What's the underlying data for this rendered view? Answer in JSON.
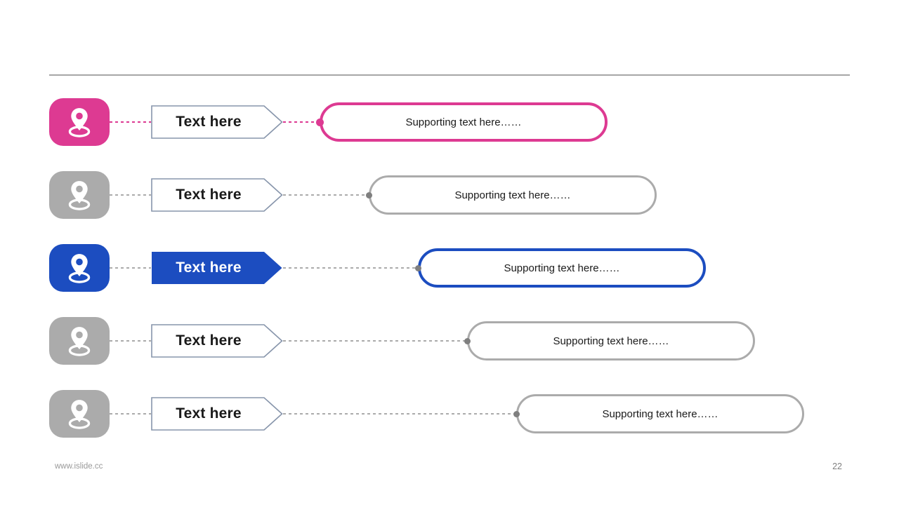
{
  "slide": {
    "footer": {
      "website": "www.islide.cc",
      "page_number": "22"
    }
  },
  "colors": {
    "pink": "#DD3A92",
    "blue": "#1C4DC0",
    "gray": "#ABABAB",
    "arrow_outline": "#8795AB",
    "gray_dash": "#ABABAB",
    "gray_dot": "#7F7F7F",
    "divider": "#A6A6A6"
  },
  "rows": [
    {
      "icon": "location-pin",
      "style": "accent-outline",
      "label": "Text here",
      "support_text": "Supporting text here……",
      "accent": "#DD3A92",
      "dash": "#DD3A92",
      "dot": "#DD3A92"
    },
    {
      "icon": "location-pin",
      "style": "gray-outline",
      "label": "Text here",
      "support_text": "Supporting text here……",
      "accent": "#ABABAB",
      "dash": "#ABABAB",
      "dot": "#7F7F7F"
    },
    {
      "icon": "location-pin",
      "style": "accent-filled",
      "label": "Text here",
      "support_text": "Supporting text here……",
      "accent": "#1C4DC0",
      "dash": "#ABABAB",
      "dot": "#7F7F7F"
    },
    {
      "icon": "location-pin",
      "style": "gray-outline",
      "label": "Text here",
      "support_text": "Supporting text here……",
      "accent": "#ABABAB",
      "dash": "#ABABAB",
      "dot": "#7F7F7F"
    },
    {
      "icon": "location-pin",
      "style": "gray-outline",
      "label": "Text here",
      "support_text": "Supporting text here……",
      "accent": "#ABABAB",
      "dash": "#ABABAB",
      "dot": "#7F7F7F"
    }
  ]
}
